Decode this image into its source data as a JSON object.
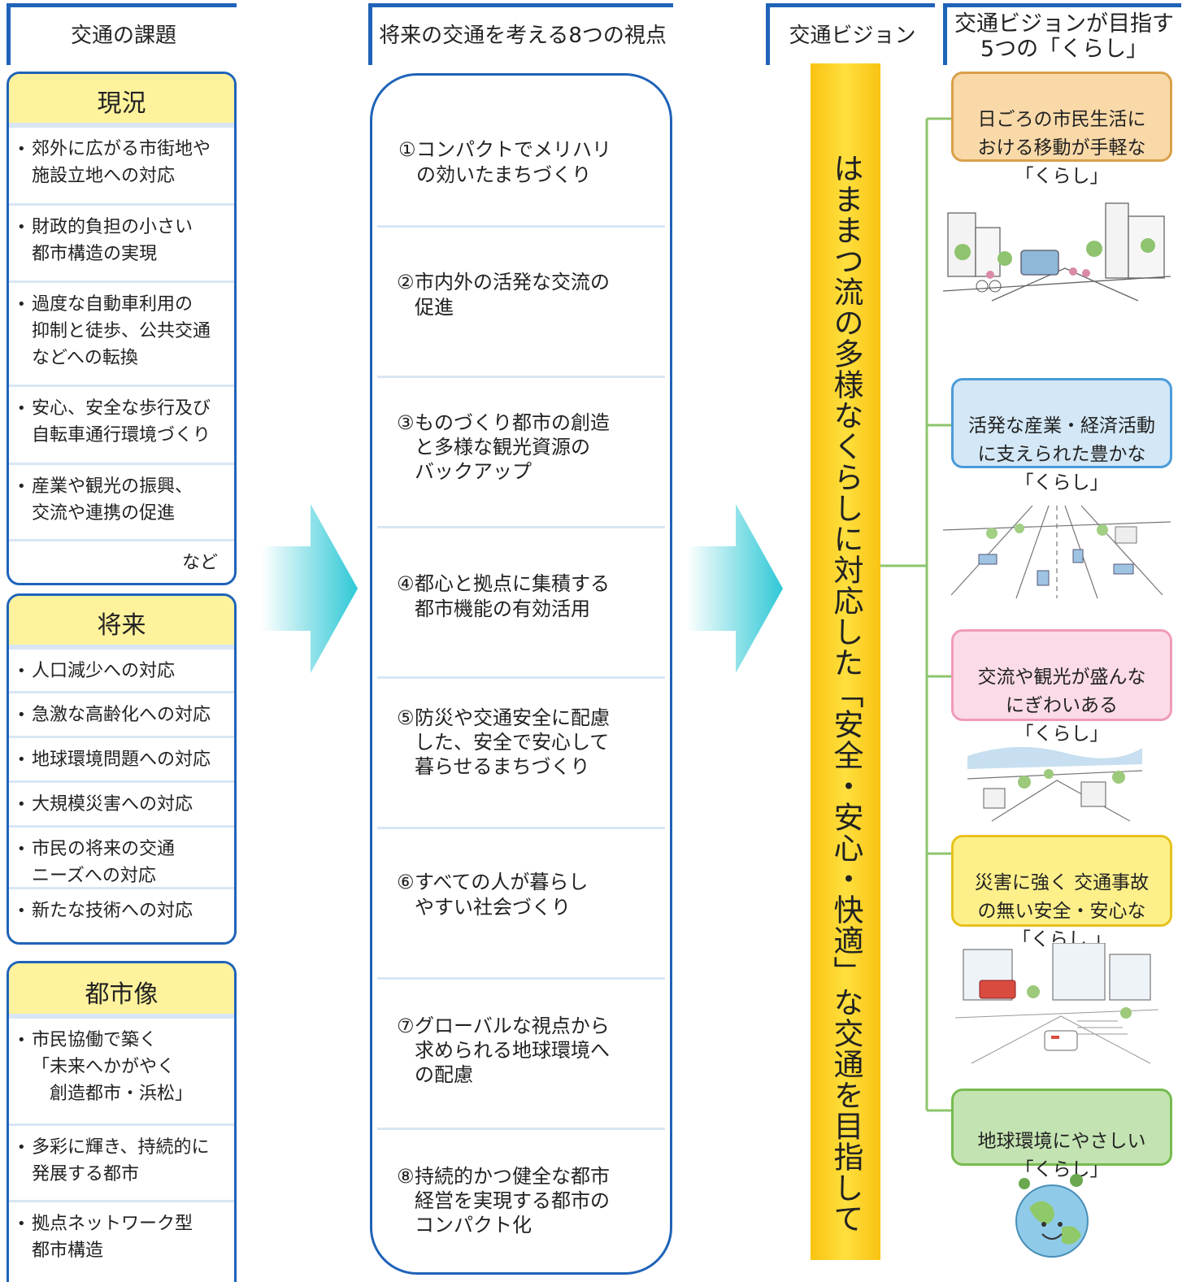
{
  "headers": {
    "issues": "交通の課題",
    "viewpoints": "将来の交通を考える8つの視点",
    "vision": "交通ビジョン",
    "lifestyle_line1": "交通ビジョンが目指す",
    "lifestyle_line2": "5つの「くらし」"
  },
  "panels": {
    "current": {
      "title": "現況",
      "items": [
        "郊外に広がる市街地や\n施設立地への対応",
        "財政的負担の小さい\n都市構造の実現",
        "過度な自動車利用の\n抑制と徒歩、公共交通\nなどへの転換",
        "安心、安全な歩行及び\n自転車通行環境づくり",
        "産業や観光の振興、\n交流や連携の促進"
      ],
      "etc": "など"
    },
    "future": {
      "title": "将来",
      "items": [
        "人口減少への対応",
        "急激な高齢化への対応",
        "地球環境問題への対応",
        "大規模災害への対応",
        "市民の将来の交通\nニーズへの対応",
        "新たな技術への対応"
      ]
    },
    "city": {
      "title": "都市像",
      "items": [
        "市民協働で築く\n「未来へかがやく\n　創造都市・浜松」",
        "多彩に輝き、持続的に\n発展する都市",
        "拠点ネットワーク型\n都市構造"
      ]
    }
  },
  "viewpoints": [
    {
      "num": "①",
      "text": "コンパクトでメリハリ\nの効いたまちづくり"
    },
    {
      "num": "②",
      "text": "市内外の活発な交流の\n促進"
    },
    {
      "num": "③",
      "text": "ものづくり都市の創造\nと多様な観光資源の\nバックアップ"
    },
    {
      "num": "④",
      "text": "都心と拠点に集積する\n都市機能の有効活用"
    },
    {
      "num": "⑤",
      "text": "防災や交通安全に配慮\nした、安全で安心して\n暮らせるまちづくり"
    },
    {
      "num": "⑥",
      "text": "すべての人が暮らし\nやすい社会づくり"
    },
    {
      "num": "⑦",
      "text": "グローバルな視点から\n求められる地球環境へ\nの配慮"
    },
    {
      "num": "⑧",
      "text": "持続的かつ健全な都市\n経営を実現する都市の\nコンパクト化"
    }
  ],
  "vision_text": "はままつ流の多様なくらしに対応した「安全・安心・快適」な交通を目指して",
  "goals": [
    {
      "lines": [
        "日ごろの市民生活に",
        "おける移動が手軽な",
        "「くらし」"
      ],
      "bg": "#f9d9a8",
      "border": "#d9a04a",
      "illus": "street-scene-illustration"
    },
    {
      "lines": [
        "活発な産業・経済活動",
        "に支えられた豊かな",
        "「くらし」"
      ],
      "bg": "#d3e7f6",
      "border": "#4a9bd9",
      "illus": "highway-illustration"
    },
    {
      "lines": [
        "交流や観光が盛んな",
        "にぎわいある",
        "「くらし」"
      ],
      "bg": "#fbdbe7",
      "border": "#ef9bb9",
      "illus": "riverside-city-illustration"
    },
    {
      "lines": [
        "災害に強く 交通事故",
        "の無い安全・安心な",
        "「くらし 」"
      ],
      "bg": "#fdf08a",
      "border": "#e6c21f",
      "illus": "emergency-vehicles-illustration"
    },
    {
      "lines": [
        "地球環境にやさしい",
        "「くらし」"
      ],
      "bg": "#c4e3b2",
      "border": "#76bb4e",
      "illus": "earth-illustration"
    }
  ],
  "colors": {
    "frame_blue": "#1f63b8",
    "divider": "#d8e6f5",
    "title_yellow": "#fff29c",
    "vision_gold": "#f9c312",
    "connector_green": "#8cc56a",
    "arrow_cyan": "#2ec8d6"
  }
}
